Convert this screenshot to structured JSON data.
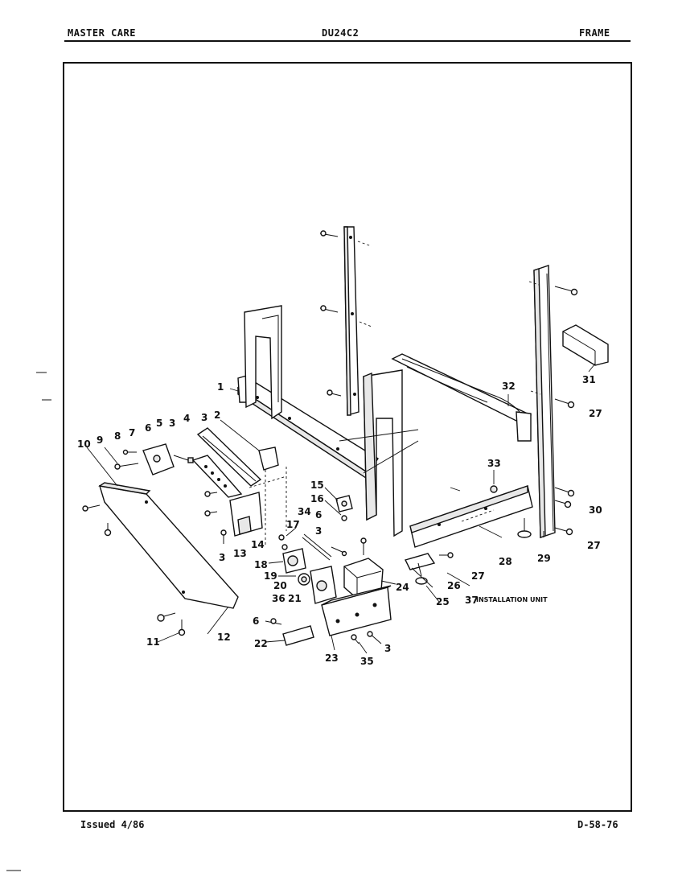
{
  "header": {
    "left": "MASTER CARE",
    "center": "DU24C2",
    "right": "FRAME"
  },
  "footer": {
    "issued": "Issued 4/86",
    "code": "D-58-76"
  },
  "callouts": [
    {
      "id": "c1",
      "text": "1"
    },
    {
      "id": "c2",
      "text": "2"
    },
    {
      "id": "c3a",
      "text": "3"
    },
    {
      "id": "c3b",
      "text": "3"
    },
    {
      "id": "c3c",
      "text": "3"
    },
    {
      "id": "c3d",
      "text": "3"
    },
    {
      "id": "c3e",
      "text": "3"
    },
    {
      "id": "c4",
      "text": "4"
    },
    {
      "id": "c5",
      "text": "5"
    },
    {
      "id": "c6a",
      "text": "6"
    },
    {
      "id": "c6b",
      "text": "6"
    },
    {
      "id": "c6c",
      "text": "6"
    },
    {
      "id": "c7",
      "text": "7"
    },
    {
      "id": "c8",
      "text": "8"
    },
    {
      "id": "c9",
      "text": "9"
    },
    {
      "id": "c10",
      "text": "10"
    },
    {
      "id": "c11",
      "text": "11"
    },
    {
      "id": "c12",
      "text": "12"
    },
    {
      "id": "c13",
      "text": "13"
    },
    {
      "id": "c14",
      "text": "14"
    },
    {
      "id": "c15",
      "text": "15"
    },
    {
      "id": "c16",
      "text": "16"
    },
    {
      "id": "c17",
      "text": "17"
    },
    {
      "id": "c18",
      "text": "18"
    },
    {
      "id": "c19",
      "text": "19"
    },
    {
      "id": "c20",
      "text": "20"
    },
    {
      "id": "c21",
      "text": "21"
    },
    {
      "id": "c22",
      "text": "22"
    },
    {
      "id": "c23",
      "text": "23"
    },
    {
      "id": "c24",
      "text": "24"
    },
    {
      "id": "c25",
      "text": "25"
    },
    {
      "id": "c26",
      "text": "26"
    },
    {
      "id": "c27a",
      "text": "27"
    },
    {
      "id": "c27b",
      "text": "27"
    },
    {
      "id": "c27c",
      "text": "27"
    },
    {
      "id": "c28",
      "text": "28"
    },
    {
      "id": "c29",
      "text": "29"
    },
    {
      "id": "c30",
      "text": "30"
    },
    {
      "id": "c31",
      "text": "31"
    },
    {
      "id": "c32",
      "text": "32"
    },
    {
      "id": "c33",
      "text": "33"
    },
    {
      "id": "c34",
      "text": "34"
    },
    {
      "id": "c35",
      "text": "35"
    },
    {
      "id": "c36",
      "text": "36"
    },
    {
      "id": "c37",
      "text": "37"
    }
  ],
  "installation_label": "INSTALLATION UNIT"
}
